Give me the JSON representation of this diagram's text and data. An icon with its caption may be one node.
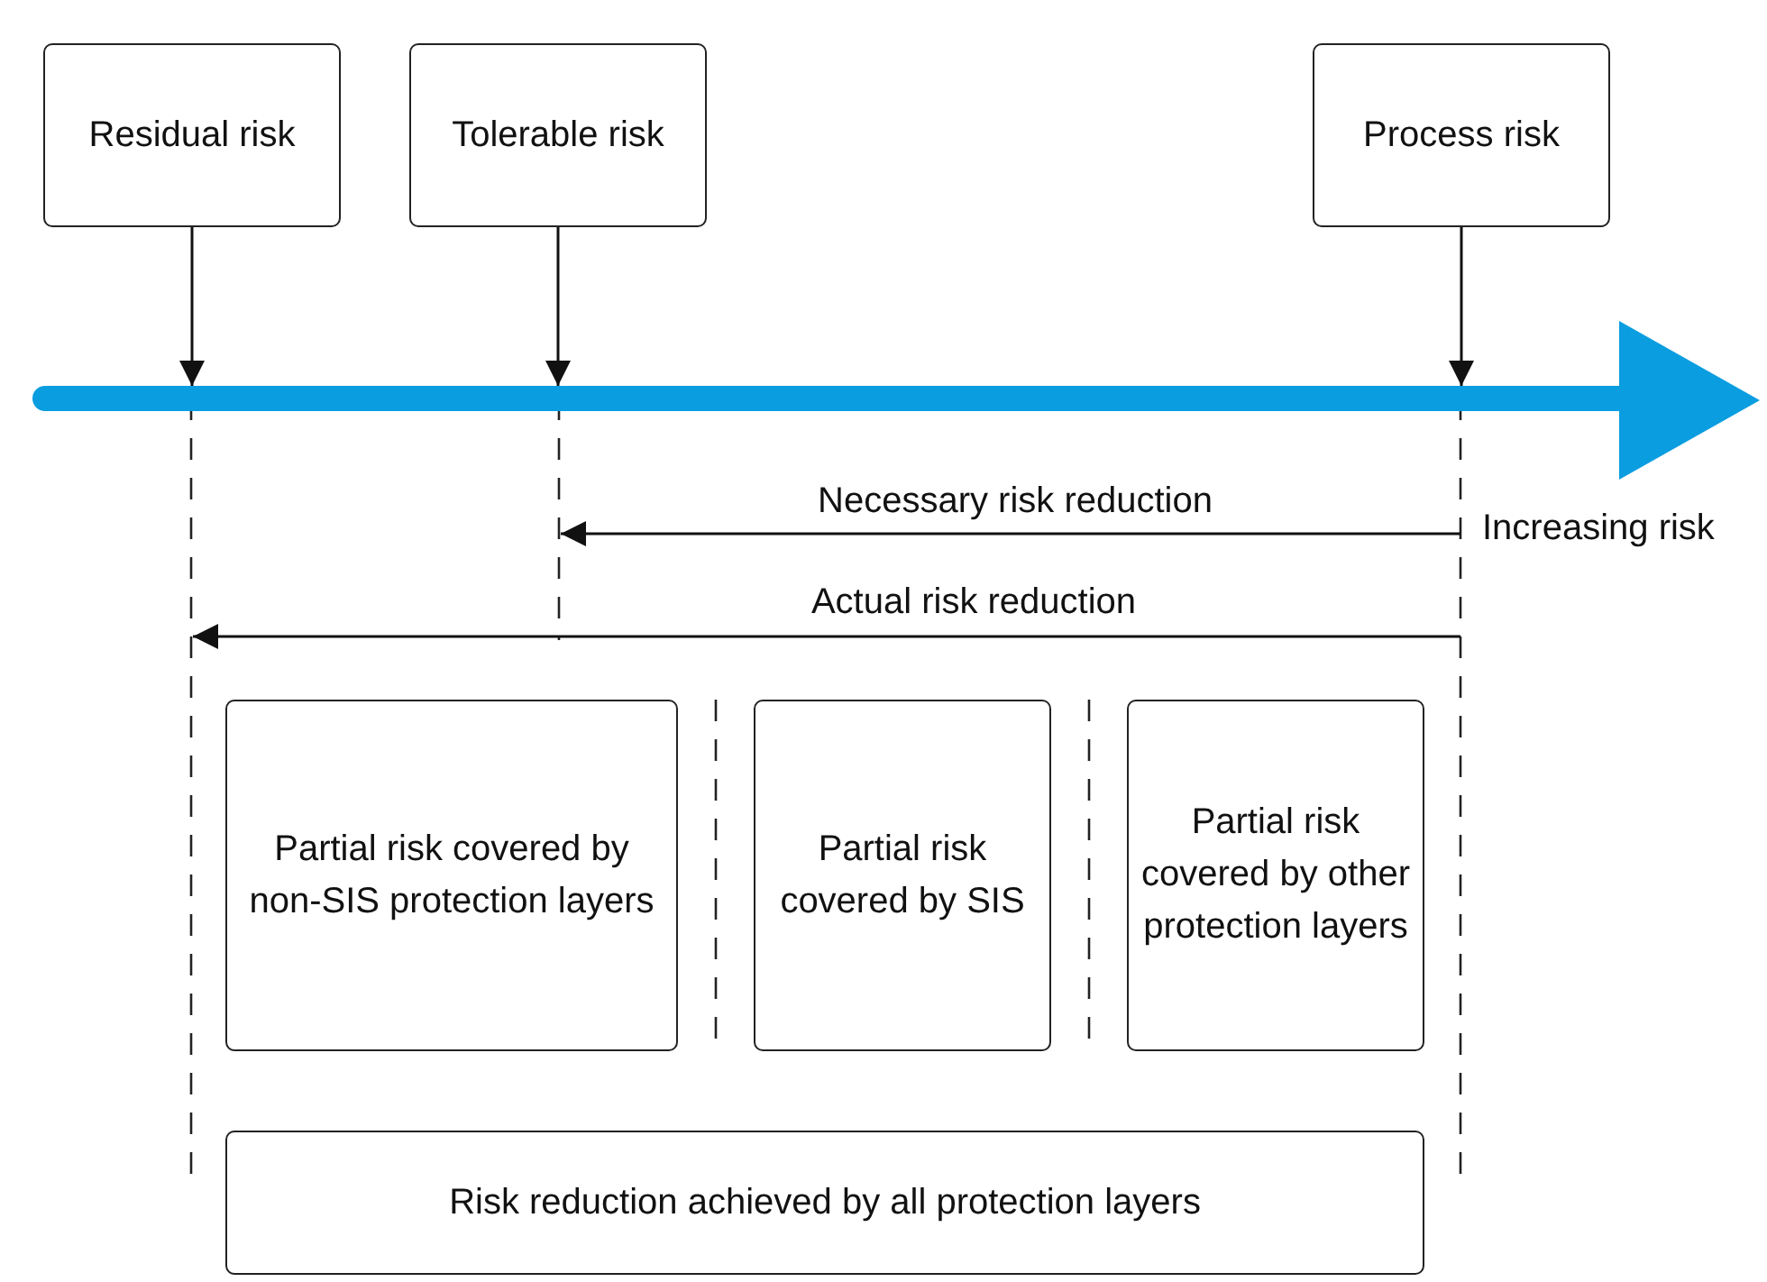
{
  "diagram": {
    "nodes": [
      {
        "text": [
          "Residual risk"
        ]
      },
      {
        "text": [
          "Tolerable risk"
        ]
      },
      {
        "text": [
          "Process risk"
        ]
      },
      {
        "text": [],
        "shape": "arrow",
        "beside": [
          "Increasing risk"
        ]
      },
      {
        "text": [
          "Partial risk covered by non-SIS protection layers"
        ]
      },
      {
        "text": [
          "Partial risk covered by SIS"
        ]
      },
      {
        "text": [
          "Partial risk covered by other protection layers"
        ]
      },
      {
        "text": [
          "Risk reduction achieved by all protection layers"
        ]
      }
    ],
    "edges": [
      {
        "from": 0,
        "to": 3,
        "arrow": "to"
      },
      {
        "from": 1,
        "to": 3,
        "arrow": "to"
      },
      {
        "from": 2,
        "to": 3,
        "arrow": "to"
      }
    ],
    "labels": [
      "Necessary risk reduction",
      "Actual risk reduction"
    ]
  }
}
